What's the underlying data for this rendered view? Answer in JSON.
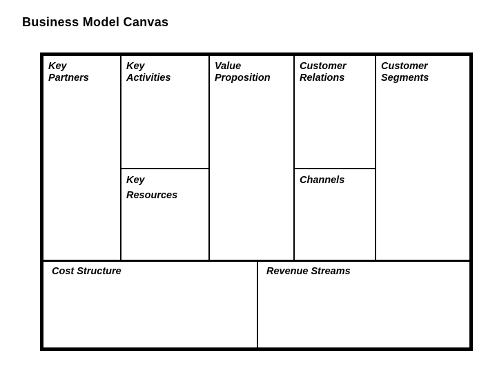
{
  "page": {
    "title": "Business Model Canvas",
    "background_color": "#ffffff",
    "line_color": "#000000",
    "text_color": "#000000"
  },
  "canvas": {
    "top_section": {
      "blocks": [
        {
          "id": "key-partners",
          "label": "Key\nPartners"
        },
        {
          "id": "key-activities",
          "label": "Key\nActivities"
        },
        {
          "id": "key-resources",
          "label": "Key\nResources"
        },
        {
          "id": "value-proposition",
          "label": "Value\nProposition"
        },
        {
          "id": "customer-relations",
          "label": "Customer\nRelations"
        },
        {
          "id": "channels",
          "label": "Channels"
        },
        {
          "id": "customer-segments",
          "label": "Customer\nSegments"
        }
      ]
    },
    "bottom_section": {
      "blocks": [
        {
          "id": "cost-structure",
          "label": "Cost Structure"
        },
        {
          "id": "revenue-streams",
          "label": "Revenue Streams"
        }
      ]
    }
  }
}
